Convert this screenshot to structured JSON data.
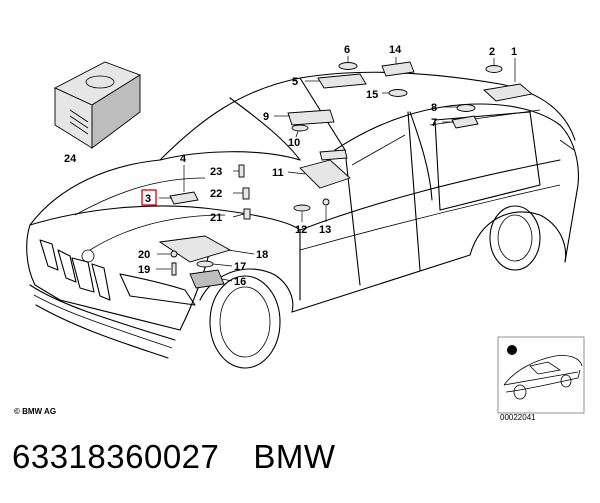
{
  "caption": {
    "part_number": "63318360027",
    "brand": "BMW"
  },
  "copyright": "© BMW AG",
  "thumbnail_id": "00022041",
  "callouts": [
    "1",
    "2",
    "3",
    "4",
    "5",
    "6",
    "7",
    "8",
    "9",
    "10",
    "11",
    "12",
    "13",
    "14",
    "15",
    "16",
    "17",
    "18",
    "19",
    "20",
    "21",
    "22",
    "23",
    "24"
  ],
  "highlighted_callout": "3"
}
